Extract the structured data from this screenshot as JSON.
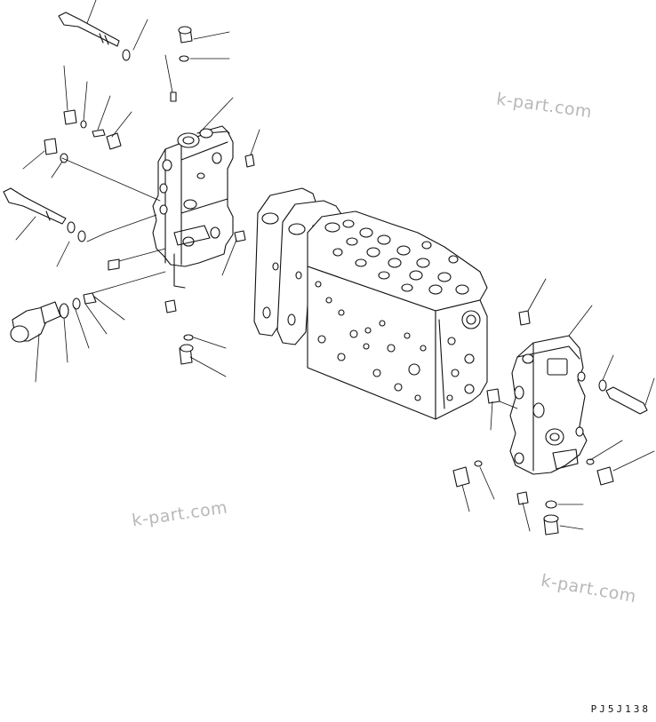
{
  "watermarks": [
    "k-part.com",
    "k-part.com",
    "k-part.com"
  ],
  "drawing_code": "PJ5J138"
}
